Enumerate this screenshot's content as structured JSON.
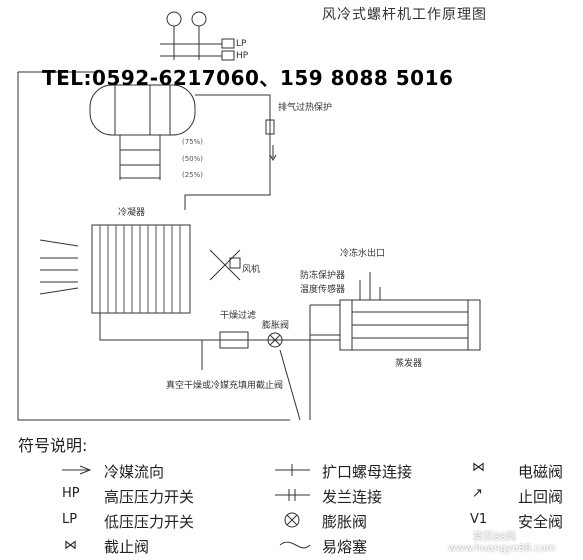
{
  "title": "风冷式螺杆机工作原理图",
  "contact": "TEL:0592-6217060、159 8088 5016",
  "gauge_labels": {
    "lp": "LP",
    "hp": "HP"
  },
  "percentages": [
    "(75%)",
    "(50%)",
    "(25%)"
  ],
  "labels": {
    "exhaust_protect": "排气过热保护",
    "condenser": "冷凝器",
    "fan": "风机",
    "water_outlet": "冷冻水出口",
    "antifreeze": "防冻保护器",
    "temp_sensor": "温度传感器",
    "dry_filter": "干燥过滤",
    "expansion_valve": "膨胀阀",
    "evaporator": "蒸发器",
    "vacuum_note": "真空干燥或冷媒充填用截止阀"
  },
  "legend": {
    "heading": "符号说明:",
    "items": [
      {
        "symbol": "→",
        "text": "冷媒流向"
      },
      {
        "symbol": "HP",
        "text": "高压压力开关"
      },
      {
        "symbol": "LP",
        "text": "低压压力开关"
      },
      {
        "symbol": "⋈",
        "text": "截止阀"
      },
      {
        "symbol": "—+—",
        "text": "扩口螺母连接"
      },
      {
        "symbol": "—‖—",
        "text": "发兰连接"
      },
      {
        "symbol": "⊗",
        "text": "膨胀阀"
      },
      {
        "symbol": "≈",
        "text": "易熔塞"
      },
      {
        "symbol": "⋈",
        "text": "电磁阀"
      },
      {
        "symbol": "↗",
        "text": "止回阀"
      },
      {
        "symbol": "V1",
        "text": "安全阀"
      }
    ]
  },
  "watermark": {
    "top": "黄页88网",
    "bottom": "www.huangye88.com"
  }
}
